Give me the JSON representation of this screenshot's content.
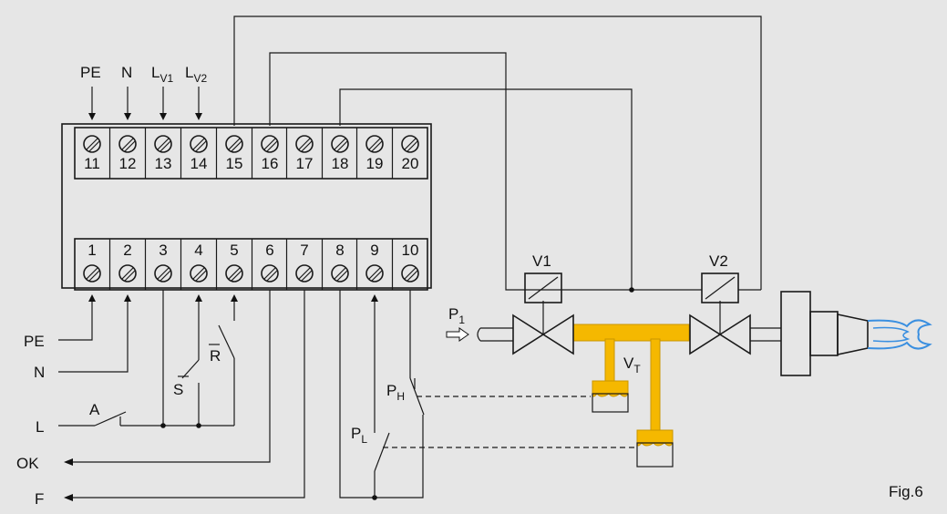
{
  "terminals_top": [
    "11",
    "12",
    "13",
    "14",
    "15",
    "16",
    "17",
    "18",
    "19",
    "20"
  ],
  "terminals_bottom": [
    "1",
    "2",
    "3",
    "4",
    "5",
    "6",
    "7",
    "8",
    "9",
    "10"
  ],
  "top_inputs": {
    "pe": "PE",
    "n": "N",
    "lv1": {
      "base": "L",
      "sub": "V1"
    },
    "lv2": {
      "base": "L",
      "sub": "V2"
    }
  },
  "left_lines": {
    "pe": "PE",
    "n": "N",
    "l": "L",
    "ok": "OK",
    "f": "F"
  },
  "switches": {
    "a": "A",
    "s": "S",
    "r": "R",
    "ph": {
      "base": "P",
      "sub": "H"
    },
    "pl": {
      "base": "P",
      "sub": "L"
    }
  },
  "valves": {
    "v1": "V1",
    "v2": "V2",
    "vt": {
      "base": "V",
      "sub": "T"
    }
  },
  "pressure": {
    "base": "P",
    "sub": "1"
  },
  "figure_label": "Fig.6",
  "colors": {
    "background": "#e6e6e6",
    "gas_pipe": "#f5b800",
    "flame": "#3a8fe0"
  }
}
